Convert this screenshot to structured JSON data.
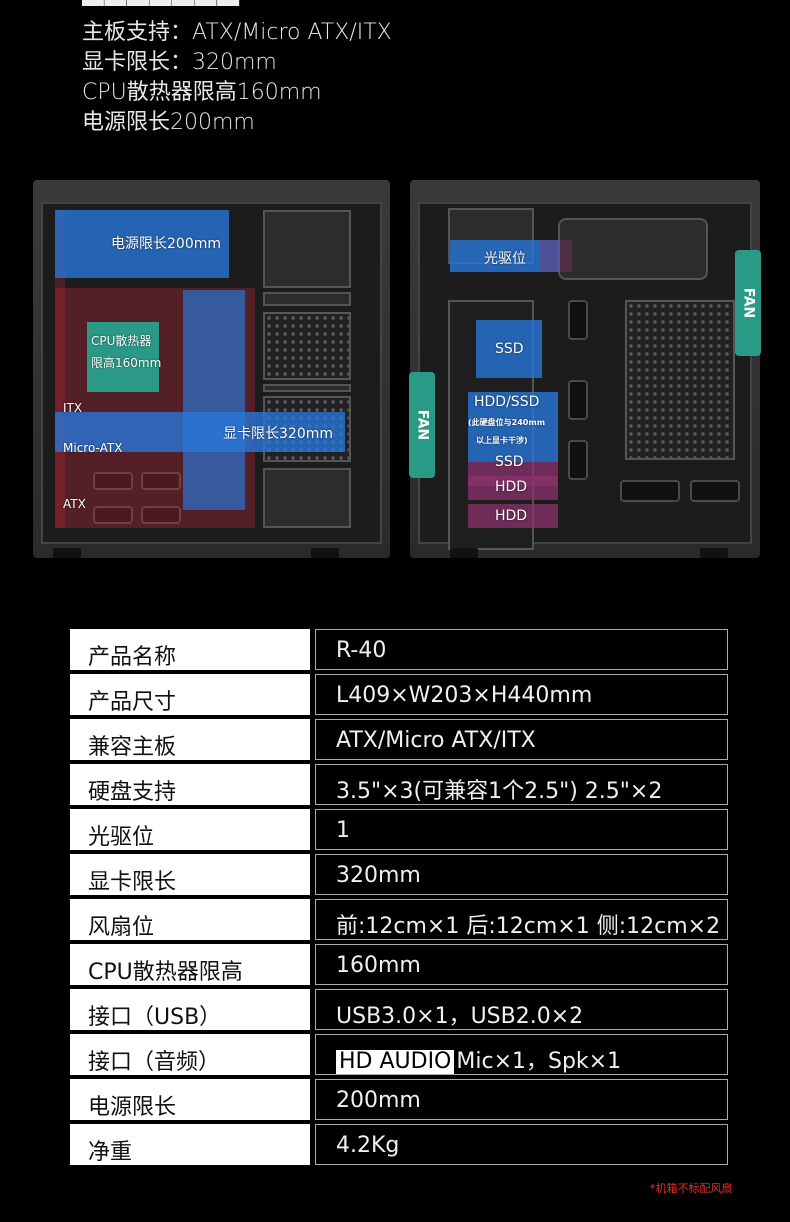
{
  "specs_header": {
    "lines": [
      "主板支持：ATX/Micro ATX/ITX",
      "显卡限长：320mm",
      "CPU散热器限高160mm",
      "电源限长200mm"
    ]
  },
  "left_panel": {
    "psu_label": "电源限长200mm",
    "cpu_label_1": "CPU散热器",
    "cpu_label_2": "限高160mm",
    "itx_label": "ITX",
    "matx_label": "Micro-ATX",
    "atx_label": "ATX",
    "gpu_label": "显卡限长320mm"
  },
  "right_panel": {
    "odd_label": "光驱位",
    "ssd_label": "SSD",
    "hddssd_label": "HDD/SSD",
    "note_1": "(此硬盘位与240mm",
    "note_2": "以上显卡干涉)",
    "ssd2_label": "SSD",
    "hdd1_label": "HDD",
    "hdd2_label": "HDD",
    "fan_left": "FAN",
    "fan_right": "FAN"
  },
  "table": {
    "rows": [
      {
        "key": "产品名称",
        "value": "R-40"
      },
      {
        "key": "产品尺寸",
        "value": "L409×W203×H440mm"
      },
      {
        "key": "兼容主板",
        "value": "ATX/Micro ATX/ITX"
      },
      {
        "key": "硬盘支持",
        "value": "3.5\"×3(可兼容1个2.5\")    2.5\"×2"
      },
      {
        "key": "光驱位",
        "value": "1"
      },
      {
        "key": "显卡限长",
        "value": "320mm"
      },
      {
        "key": "风扇位",
        "value": "前:12cm×1 后:12cm×1 侧:12cm×2"
      },
      {
        "key": "CPU散热器限高",
        "value": "160mm"
      },
      {
        "key": "接口（USB）",
        "value": "USB3.0×1，USB2.0×2"
      },
      {
        "key": "接口（音频）",
        "badge": "HD AUDIO",
        "value": "Mic×1，Spk×1"
      },
      {
        "key": "电源限长",
        "value": "200mm"
      },
      {
        "key": "净重",
        "value": "4.2Kg"
      }
    ]
  },
  "footnote": "*机箱不标配风扇",
  "colors": {
    "zone_blue": "#2878dc",
    "zone_red": "#c8283c",
    "zone_teal": "#2a9a86",
    "note_red": "#e0302e"
  }
}
